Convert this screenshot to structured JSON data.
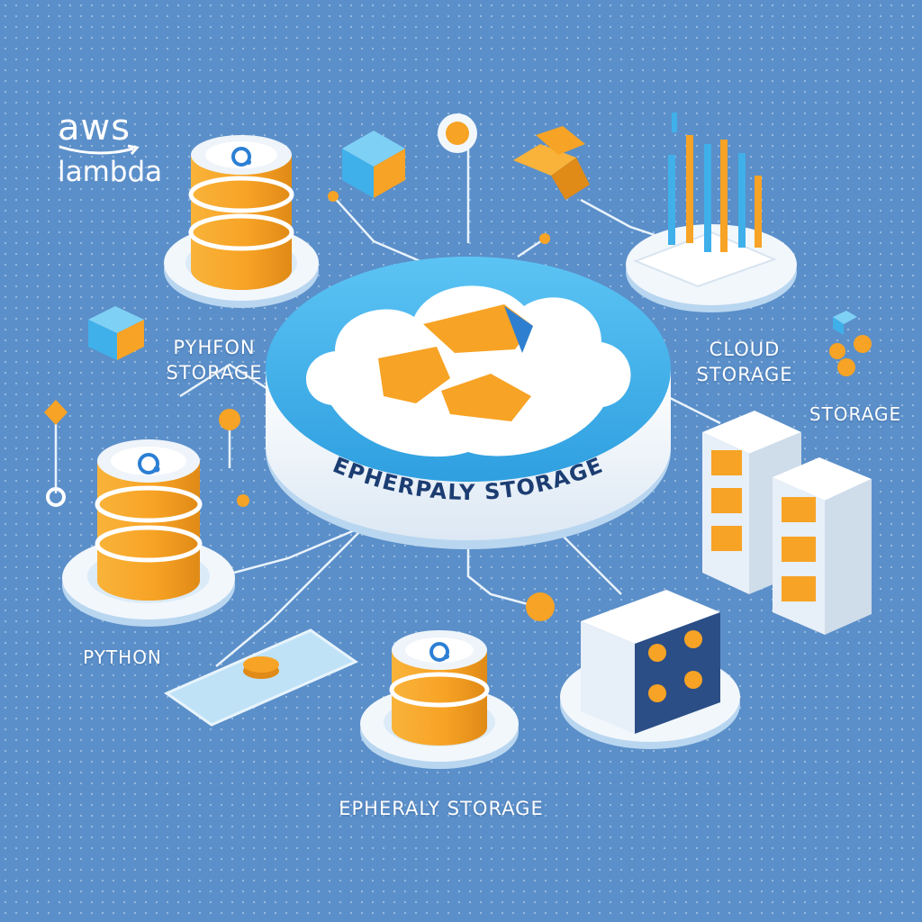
{
  "brand": {
    "aws": "aws",
    "lambda": "lambda"
  },
  "labels": {
    "python_storage_line1": "PYHFON",
    "python_storage_line2": "STORAGE",
    "cloud_storage_line1": "CLOUD",
    "cloud_storage_line2": "STORAGE",
    "storage": "STORAGE",
    "python": "PYTHON",
    "hub_band": "EPHERPALY STORAGE",
    "bottom": "EPHERALY STORAGE"
  },
  "colors": {
    "background": "#5b8fc9",
    "accent_orange": "#f7a325",
    "accent_blue": "#3fb0ea",
    "platform_white": "#f2f7fc",
    "icon_blue": "#2b7fd4"
  }
}
